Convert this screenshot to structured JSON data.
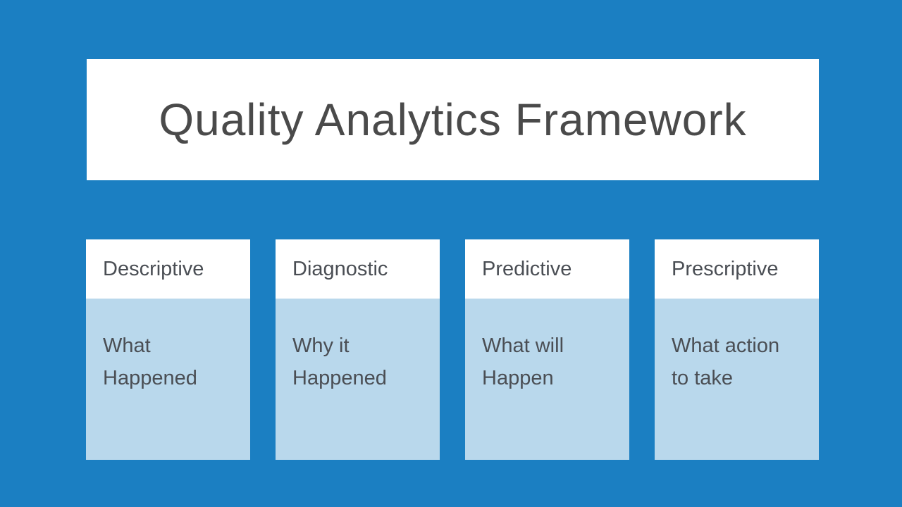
{
  "slide": {
    "title": "Quality Analytics Framework",
    "colors": {
      "background": "#1b7fc2",
      "title_box_bg": "#ffffff",
      "card_header_bg": "#ffffff",
      "card_body_bg": "#b9d8ec",
      "text": "#4a4e54"
    },
    "columns": [
      {
        "header": "Descriptive",
        "body": "What\nHappened"
      },
      {
        "header": "Diagnostic",
        "body": "Why it\nHappened"
      },
      {
        "header": "Predictive",
        "body": "What will\nHappen"
      },
      {
        "header": "Prescriptive",
        "body": "What action\nto take"
      }
    ]
  }
}
